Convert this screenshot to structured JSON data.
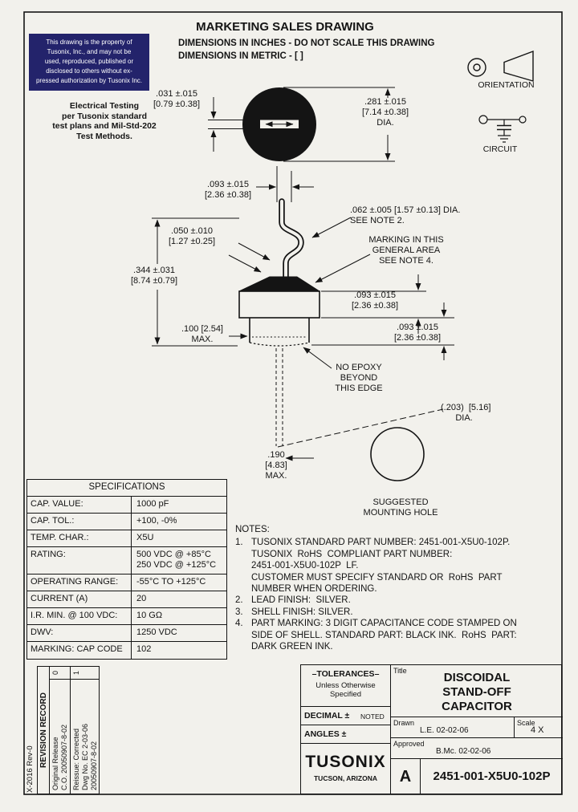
{
  "colors": {
    "ink": "#141414",
    "notice_box_bg": "#23236b",
    "notice_text": "#ffffff"
  },
  "header": {
    "title": "MARKETING SALES DRAWING",
    "line1": "DIMENSIONS IN INCHES - DO NOT SCALE THIS DRAWING",
    "line2": "DIMENSIONS IN METRIC - [ ]"
  },
  "property_notice": "This drawing is the property of\nTusonix, Inc., and may not be\nused, reproduced, published or\ndisclosed to others without ex-\npressed authorization by Tusonix Inc.",
  "testing_note": "Electrical Testing\nper Tusonix standard\ntest plans and Mil-Std-202\nTest Methods.",
  "icons": {
    "orientation_label": "ORIENTATION",
    "circuit_label": "CIRCUIT"
  },
  "dims": {
    "slot": ".031 ±.015\n[0.79 ±0.38]",
    "disc_dia": ".281 ±.015\n[7.14 ±0.38]\nDIA.",
    "lead_offset": ".093 ±.015\n[2.36 ±0.38]",
    "lead_dia": ".062 ±.005 [1.57 ±0.13] DIA.\nSEE NOTE 2.",
    "marking_area": "MARKING IN THIS\nGENERAL AREA\nSEE NOTE 4.",
    "bend": ".050 ±.010\n[1.27 ±0.25]",
    "overall_height": ".344 ±.031\n[8.74 ±0.79]",
    "shell_height": ".093 ±.015\n[2.36 ±0.38]",
    "skirt_height": ".093 ±.015\n[2.36 ±0.38]",
    "skirt_inset": ".100 [2.54]\nMAX.",
    "no_epoxy": "NO EPOXY\nBEYOND\nTHIS EDGE",
    "hole_dia": "(.203)  [5.16]\n      DIA.",
    "lead_length": ".190\n[4.83]\nMAX.",
    "mounting_hole": "SUGGESTED\nMOUNTING HOLE"
  },
  "specs": {
    "title": "SPECIFICATIONS",
    "rows": [
      {
        "label": "CAP. VALUE:",
        "value": "1000 pF"
      },
      {
        "label": "CAP. TOL.:",
        "value": "+100, -0%"
      },
      {
        "label": "TEMP. CHAR.:",
        "value": "X5U"
      },
      {
        "label": "RATING:",
        "value": "500 VDC @ +85°C\n250 VDC @ +125°C"
      },
      {
        "label": "OPERATING RANGE:",
        "value": "-55°C TO +125°C"
      },
      {
        "label": "CURRENT (A)",
        "value": "20"
      },
      {
        "label": "I.R. MIN. @ 100 VDC:",
        "value": "10 GΩ"
      },
      {
        "label": "DWV:",
        "value": "1250 VDC"
      },
      {
        "label": "MARKING: CAP CODE",
        "value": "102"
      }
    ]
  },
  "notes": {
    "heading": "NOTES:",
    "items": [
      {
        "num": "1.",
        "text": "TUSONIX STANDARD PART NUMBER: 2451-001-X5U0-102P.\nTUSONIX  RoHS  COMPLIANT PART NUMBER:\n2451-001-X5U0-102P  LF.\nCUSTOMER MUST SPECIFY STANDARD OR  RoHS  PART\nNUMBER WHEN ORDERING."
      },
      {
        "num": "2.",
        "text": "LEAD FINISH:  SILVER."
      },
      {
        "num": "3.",
        "text": "SHELL FINISH: SILVER."
      },
      {
        "num": "4.",
        "text": "PART MARKING: 3 DIGIT CAPACITANCE CODE STAMPED ON\nSIDE OF SHELL. STANDARD PART: BLACK INK.  RoHS  PART:\nDARK GREEN INK."
      }
    ]
  },
  "title_block": {
    "tolerances_title": "–TOLERANCES–",
    "tolerances_sub": "Unless Otherwise\nSpecified",
    "decimal_label": "DECIMAL ±",
    "decimal_value": "NOTED",
    "angles_label": "ANGLES ±",
    "title_label": "Title",
    "title": "DISCOIDAL\nSTAND-OFF\nCAPACITOR",
    "drawn_label": "Drawn",
    "drawn_value": "L.E. 02-02-06",
    "scale_label": "Scale",
    "scale_value": "4 X",
    "approved_label": "Approved",
    "approved_value": "B.Mc. 02-02-06",
    "company": "TUSONIX",
    "company_sub": "TUCSON, ARIZONA",
    "size": "A",
    "part_number": "2451-001-X5U0-102P"
  },
  "revision_record": {
    "side_code": "X-2016 Rev-0",
    "title": "REVISION RECORD",
    "rows": [
      {
        "rev": "0",
        "desc": "Original Release",
        "co": "C.O. 20050907-8-02"
      },
      {
        "rev": "1",
        "desc": "Reissue: Corrected\nDwg No. EC 2-03-06",
        "co": "20050907-8-02"
      }
    ]
  }
}
